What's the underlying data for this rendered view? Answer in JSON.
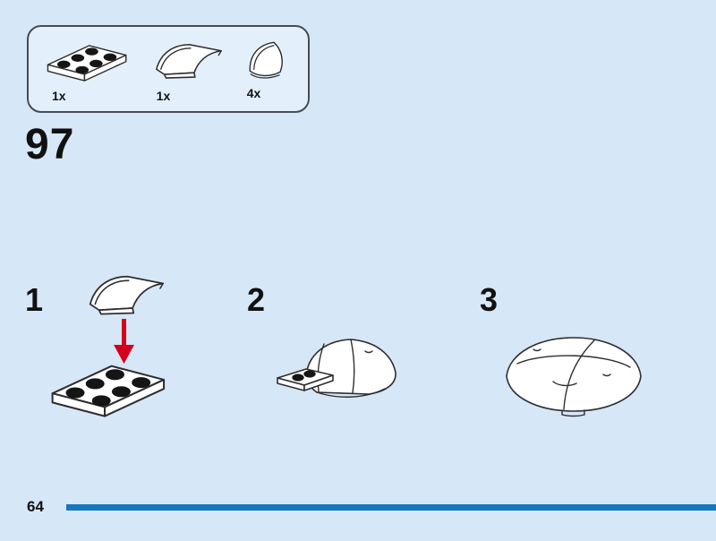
{
  "theme": {
    "bg": "#d6e7f7",
    "panel_bg": "#e3f0fb",
    "panel_border": "#474c52",
    "bar_blue": "#1277bd",
    "text": "#111111",
    "arrow_red": "#d6001c"
  },
  "parts_panel": {
    "items": [
      {
        "part": "plate-2x3",
        "count": "1x"
      },
      {
        "part": "slope-curved-1x3",
        "count": "1x"
      },
      {
        "part": "wedge-curved-dome-quarter",
        "count": "4x"
      }
    ]
  },
  "step": {
    "number": "97"
  },
  "substeps": [
    {
      "label": "1"
    },
    {
      "label": "2"
    },
    {
      "label": "3"
    }
  ],
  "footer": {
    "page_number": "64"
  }
}
